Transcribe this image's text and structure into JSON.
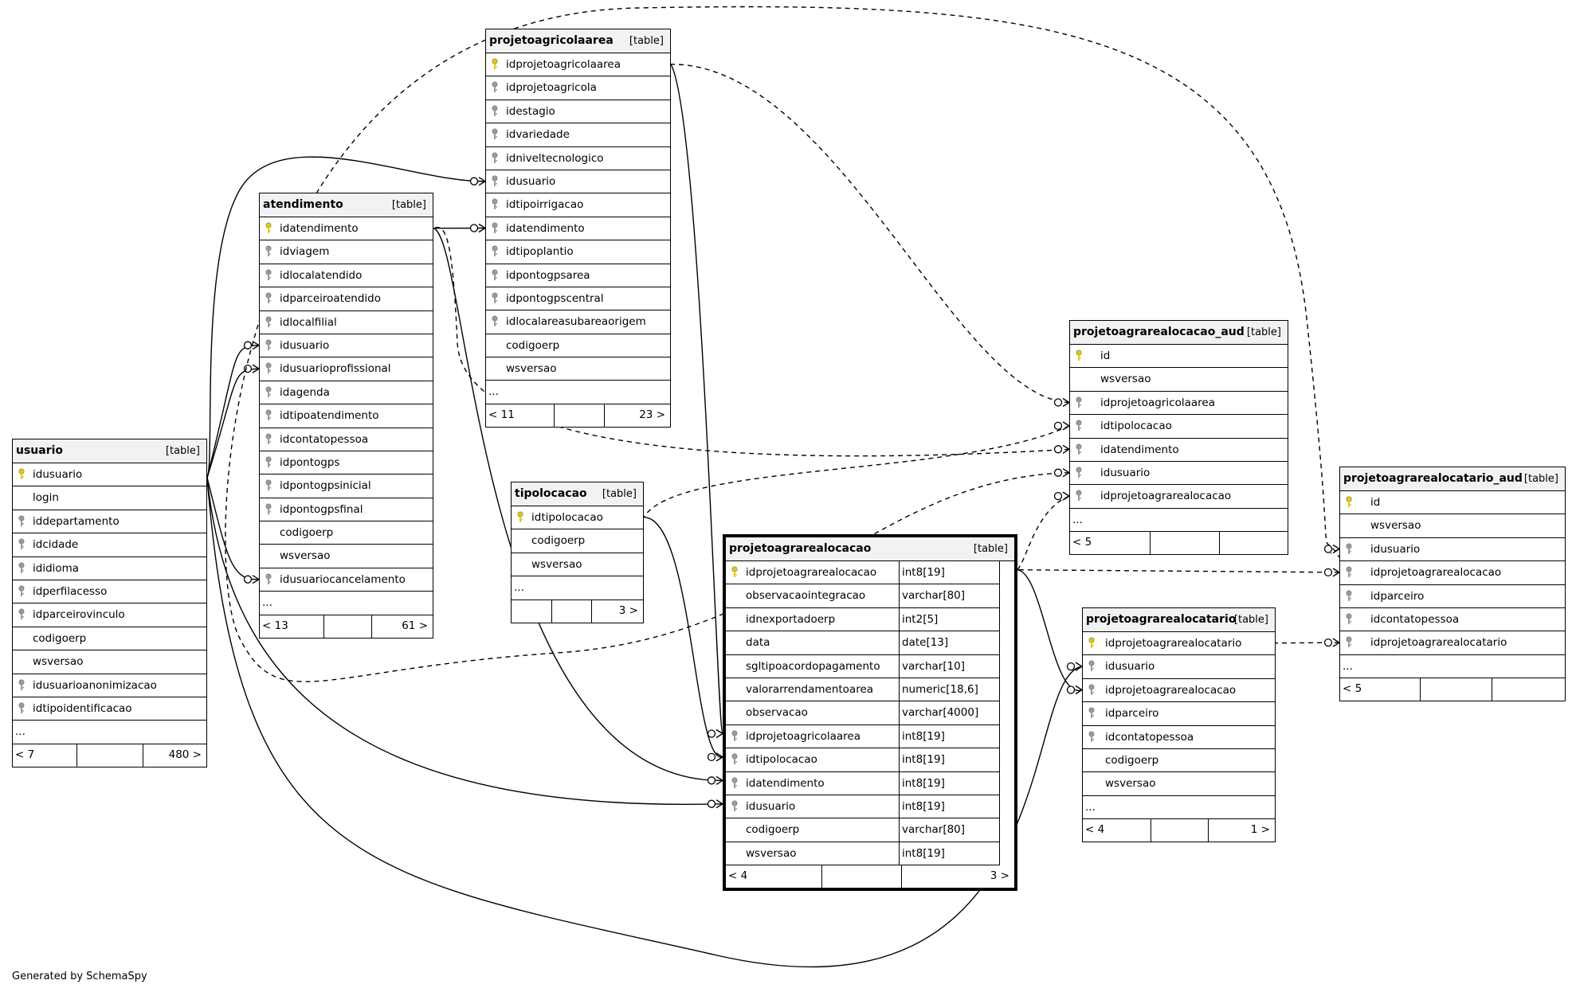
{
  "footer_credit": "Generated by SchemaSpy",
  "tables": {
    "usuario": {
      "name": "usuario",
      "tag": "[table]",
      "columns": [
        {
          "name": "idusuario",
          "key": "pk"
        },
        {
          "name": "login",
          "key": ""
        },
        {
          "name": "iddepartamento",
          "key": "fk"
        },
        {
          "name": "idcidade",
          "key": "fk"
        },
        {
          "name": "ididioma",
          "key": "fk"
        },
        {
          "name": "idperfilacesso",
          "key": "fk"
        },
        {
          "name": "idparceirovinculo",
          "key": "fk"
        },
        {
          "name": "codigoerp",
          "key": ""
        },
        {
          "name": "wsversao",
          "key": ""
        },
        {
          "name": "idusuarioanonimizacao",
          "key": "fk"
        },
        {
          "name": "idtipoidentificacao",
          "key": "fk"
        }
      ],
      "ellipsis": "...",
      "footer_left": "< 7",
      "footer_right": "480 >"
    },
    "atendimento": {
      "name": "atendimento",
      "tag": "[table]",
      "columns": [
        {
          "name": "idatendimento",
          "key": "pk"
        },
        {
          "name": "idviagem",
          "key": "fk"
        },
        {
          "name": "idlocalatendido",
          "key": "fk"
        },
        {
          "name": "idparceiroatendido",
          "key": "fk"
        },
        {
          "name": "idlocalfilial",
          "key": "fk"
        },
        {
          "name": "idusuario",
          "key": "fk"
        },
        {
          "name": "idusuarioprofissional",
          "key": "fk"
        },
        {
          "name": "idagenda",
          "key": "fk"
        },
        {
          "name": "idtipoatendimento",
          "key": "fk"
        },
        {
          "name": "idcontatopessoa",
          "key": "fk"
        },
        {
          "name": "idpontogps",
          "key": "fk"
        },
        {
          "name": "idpontogpsinicial",
          "key": "fk"
        },
        {
          "name": "idpontogpsfinal",
          "key": "fk"
        },
        {
          "name": "codigoerp",
          "key": ""
        },
        {
          "name": "wsversao",
          "key": ""
        },
        {
          "name": "idusuariocancelamento",
          "key": "fk"
        }
      ],
      "ellipsis": "...",
      "footer_left": "< 13",
      "footer_right": "61 >"
    },
    "projetoagricolaarea": {
      "name": "projetoagricolaarea",
      "tag": "[table]",
      "columns": [
        {
          "name": "idprojetoagricolaarea",
          "key": "pk"
        },
        {
          "name": "idprojetoagricola",
          "key": "fk"
        },
        {
          "name": "idestagio",
          "key": "fk"
        },
        {
          "name": "idvariedade",
          "key": "fk"
        },
        {
          "name": "idniveltecnologico",
          "key": "fk"
        },
        {
          "name": "idusuario",
          "key": "fk"
        },
        {
          "name": "idtipoirrigacao",
          "key": "fk"
        },
        {
          "name": "idatendimento",
          "key": "fk"
        },
        {
          "name": "idtipoplantio",
          "key": "fk"
        },
        {
          "name": "idpontogpsarea",
          "key": "fk"
        },
        {
          "name": "idpontogpscentral",
          "key": "fk"
        },
        {
          "name": "idlocalareasubareaorigem",
          "key": "fk"
        },
        {
          "name": "codigoerp",
          "key": ""
        },
        {
          "name": "wsversao",
          "key": ""
        }
      ],
      "ellipsis": "...",
      "footer_left": "< 11",
      "footer_right": "23 >"
    },
    "tipolocacao": {
      "name": "tipolocacao",
      "tag": "[table]",
      "columns": [
        {
          "name": "idtipolocacao",
          "key": "pk"
        },
        {
          "name": "codigoerp",
          "key": ""
        },
        {
          "name": "wsversao",
          "key": ""
        }
      ],
      "ellipsis": "...",
      "footer_left": "",
      "footer_right": "3 >"
    },
    "projetoagrarealocacao": {
      "name": "projetoagrarealocacao",
      "tag": "[table]",
      "columns": [
        {
          "name": "idprojetoagrarealocacao",
          "type": "int8[19]",
          "key": "pk"
        },
        {
          "name": "observacaointegracao",
          "type": "varchar[80]",
          "key": ""
        },
        {
          "name": "idnexportadoerp",
          "type": "int2[5]",
          "key": ""
        },
        {
          "name": "data",
          "type": "date[13]",
          "key": ""
        },
        {
          "name": "sgltipoacordopagamento",
          "type": "varchar[10]",
          "key": ""
        },
        {
          "name": "valorarrendamentoarea",
          "type": "numeric[18,6]",
          "key": ""
        },
        {
          "name": "observacao",
          "type": "varchar[4000]",
          "key": ""
        },
        {
          "name": "idprojetoagricolaarea",
          "type": "int8[19]",
          "key": "fk"
        },
        {
          "name": "idtipolocacao",
          "type": "int8[19]",
          "key": "fk"
        },
        {
          "name": "idatendimento",
          "type": "int8[19]",
          "key": "fk"
        },
        {
          "name": "idusuario",
          "type": "int8[19]",
          "key": "fk"
        },
        {
          "name": "codigoerp",
          "type": "varchar[80]",
          "key": ""
        },
        {
          "name": "wsversao",
          "type": "int8[19]",
          "key": ""
        }
      ],
      "footer_left": "< 4",
      "footer_right": "3 >"
    },
    "projetoagrarealocacao_aud": {
      "name": "projetoagrarealocacao_aud",
      "tag": "[table]",
      "columns": [
        {
          "name": "id",
          "key": "pk"
        },
        {
          "name": "wsversao",
          "key": ""
        },
        {
          "name": "idprojetoagricolaarea",
          "key": "fk"
        },
        {
          "name": "idtipolocacao",
          "key": "fk"
        },
        {
          "name": "idatendimento",
          "key": "fk"
        },
        {
          "name": "idusuario",
          "key": "fk"
        },
        {
          "name": "idprojetoagrarealocacao",
          "key": "fk"
        }
      ],
      "ellipsis": "...",
      "footer_left": "< 5",
      "footer_right": ""
    },
    "projetoagrarealocatario": {
      "name": "projetoagrarealocatario",
      "tag": "[table]",
      "columns": [
        {
          "name": "idprojetoagrarealocatario",
          "key": "pk"
        },
        {
          "name": "idusuario",
          "key": "fk"
        },
        {
          "name": "idprojetoagrarealocacao",
          "key": "fk"
        },
        {
          "name": "idparceiro",
          "key": "fk"
        },
        {
          "name": "idcontatopessoa",
          "key": "fk"
        },
        {
          "name": "codigoerp",
          "key": ""
        },
        {
          "name": "wsversao",
          "key": ""
        }
      ],
      "ellipsis": "...",
      "footer_left": "< 4",
      "footer_right": "1 >"
    },
    "projetoagrarealocatario_aud": {
      "name": "projetoagrarealocatario_aud",
      "tag": "[table]",
      "columns": [
        {
          "name": "id",
          "key": "pk"
        },
        {
          "name": "wsversao",
          "key": ""
        },
        {
          "name": "idusuario",
          "key": "fk"
        },
        {
          "name": "idprojetoagrarealocacao",
          "key": "fk"
        },
        {
          "name": "idparceiro",
          "key": "fk"
        },
        {
          "name": "idcontatopessoa",
          "key": "fk"
        },
        {
          "name": "idprojetoagrarealocatario",
          "key": "fk"
        }
      ],
      "ellipsis": "...",
      "footer_left": "< 5",
      "footer_right": ""
    }
  },
  "relationships": [
    {
      "from": "projetoagricolaarea.idusuario",
      "to": "usuario.idusuario",
      "style": "solid"
    },
    {
      "from": "atendimento.idusuario",
      "to": "usuario.idusuario",
      "style": "solid"
    },
    {
      "from": "atendimento.idusuarioprofissional",
      "to": "usuario.idusuario",
      "style": "solid"
    },
    {
      "from": "atendimento.idusuariocancelamento",
      "to": "usuario.idusuario",
      "style": "solid"
    },
    {
      "from": "projetoagricolaarea.idatendimento",
      "to": "atendimento.idatendimento",
      "style": "solid"
    },
    {
      "from": "projetoagrarealocacao.idprojetoagricolaarea",
      "to": "projetoagricolaarea.idprojetoagricolaarea",
      "style": "solid"
    },
    {
      "from": "projetoagrarealocacao.idtipolocacao",
      "to": "tipolocacao.idtipolocacao",
      "style": "solid"
    },
    {
      "from": "projetoagrarealocacao.idatendimento",
      "to": "atendimento.idatendimento",
      "style": "solid"
    },
    {
      "from": "projetoagrarealocacao.idusuario",
      "to": "usuario.idusuario",
      "style": "solid"
    },
    {
      "from": "projetoagrarealocatario.idusuario",
      "to": "usuario.idusuario",
      "style": "solid"
    },
    {
      "from": "projetoagrarealocatario.idprojetoagrarealocacao",
      "to": "projetoagrarealocacao.idprojetoagrarealocacao",
      "style": "solid"
    },
    {
      "from": "projetoagrarealocacao_aud.idprojetoagricolaarea",
      "to": "projetoagricolaarea.idprojetoagricolaarea",
      "style": "dashed"
    },
    {
      "from": "projetoagrarealocacao_aud.idtipolocacao",
      "to": "tipolocacao.idtipolocacao",
      "style": "dashed"
    },
    {
      "from": "projetoagrarealocacao_aud.idatendimento",
      "to": "atendimento.idatendimento",
      "style": "dashed"
    },
    {
      "from": "projetoagrarealocacao_aud.idusuario",
      "to": "usuario.idusuario",
      "style": "dashed"
    },
    {
      "from": "projetoagrarealocacao_aud.idprojetoagrarealocacao",
      "to": "projetoagrarealocacao.idprojetoagrarealocacao",
      "style": "dashed"
    },
    {
      "from": "projetoagrarealocatario_aud.idusuario",
      "to": "usuario.idusuario",
      "style": "dashed"
    },
    {
      "from": "projetoagrarealocatario_aud.idprojetoagrarealocacao",
      "to": "projetoagrarealocacao.idprojetoagrarealocacao",
      "style": "dashed"
    },
    {
      "from": "projetoagrarealocatario_aud.idprojetoagrarealocatario",
      "to": "projetoagrarealocatario.idprojetoagrarealocatario",
      "style": "dashed"
    }
  ],
  "colors": {
    "primary_key_icon": "#e6c800",
    "foreign_key_icon": "#9a9a9a",
    "header_fill": "#f2f2f2",
    "line": "#000000"
  }
}
